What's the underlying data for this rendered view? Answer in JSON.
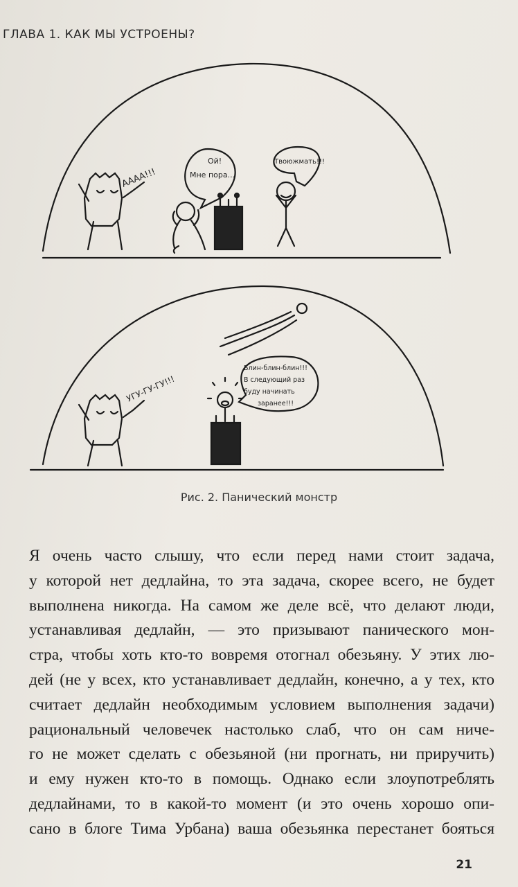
{
  "header": {
    "chapter_title": "ГЛАВА 1. КАК МЫ УСТРОЕНЫ?"
  },
  "figure": {
    "panel1": {
      "monster_shout": "АААА!!!",
      "monkey_speech": [
        "Ой!",
        "Мне пора..."
      ],
      "human_speech": "Твоюжмать!!!"
    },
    "panel2": {
      "monster_shout": "УГУ-ГУ-ГУ!!!",
      "human_speech": [
        "Блин-блин-блин!!!",
        "В следующий раз",
        "буду начинать",
        "заранее!!!"
      ]
    },
    "caption": "Рис. 2. Панический монстр"
  },
  "body": {
    "lines": [
      "Я очень часто слышу, что если перед нами стоит задача,",
      "у которой нет дедлайна, то эта задача, скорее всего, не будет",
      "выполнена никогда. На самом же деле всё, что делают люди,",
      "устанавливая дедлайн, — это призывают панического мон-",
      "стра, чтобы хоть кто-то вовремя отогнал обезьяну. У этих лю-",
      "дей (не у всех, кто устанавливает дедлайн, конечно, а у тех, кто",
      "считает дедлайн необходимым условием выполнения задачи)",
      "рациональный человечек настолько слаб, что он сам ниче-",
      "го не может сделать с обезьяной (ни прогнать, ни приручить)",
      "и ему нужен кто-то в помощь. Однако если злоупотреблять",
      "дедлайнами, то в какой-то момент (и это очень хорошо опи-",
      "сано в блоге Тима Урбана) ваша обезьянка перестанет бояться"
    ]
  },
  "page_number": "21"
}
